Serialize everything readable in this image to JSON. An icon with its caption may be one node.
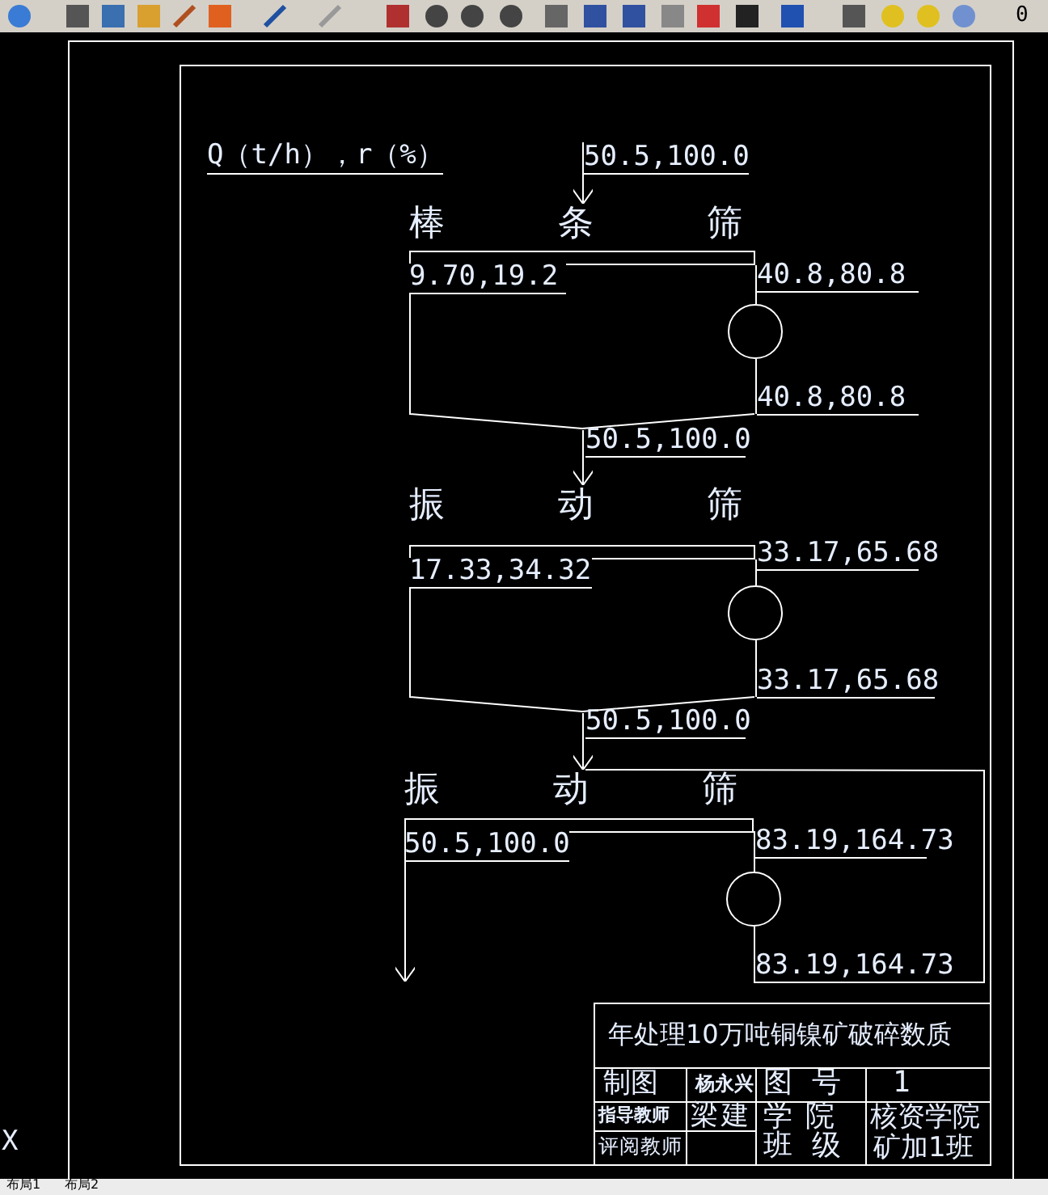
{
  "diagram": {
    "title": "年处理10万吨铜镍矿破碎数质",
    "nodes": [
      {
        "text": [
          "棒条筛",
          "9.70,19.2"
        ]
      },
      {
        "text": [],
        "shape": "circle"
      },
      {
        "text": [
          "振动筛",
          "17.33,34.32"
        ]
      },
      {
        "text": [],
        "shape": "circle"
      },
      {
        "text": [
          "振动筛",
          "50.5,100.0"
        ]
      },
      {
        "text": [],
        "shape": "circle"
      }
    ],
    "edges": [
      {
        "from": null,
        "to": 0,
        "arrow": "to",
        "label": "50.5,100.0"
      },
      {
        "from": 0,
        "to": 1,
        "arrow": "none",
        "label": "40.8,80.8"
      },
      {
        "from": 1,
        "to": 0,
        "arrow": "none",
        "label": "40.8,80.8"
      },
      {
        "from": 0,
        "to": 2,
        "arrow": "to",
        "label": "50.5,100.0"
      },
      {
        "from": 2,
        "to": 3,
        "arrow": "none",
        "label": "33.17,65.68"
      },
      {
        "from": 3,
        "to": 2,
        "arrow": "none",
        "label": "33.17,65.68"
      },
      {
        "from": 2,
        "to": 4,
        "arrow": "to",
        "label": "50.5,100.0"
      },
      {
        "from": 4,
        "to": 5,
        "arrow": "none",
        "label": "83.19,164.73"
      },
      {
        "from": 5,
        "to": 4,
        "arrow": "none",
        "label": "83.19,164.73"
      },
      {
        "from": 4,
        "to": null,
        "arrow": "to"
      }
    ],
    "labels": [
      "0",
      "Q（t/h），r（%）",
      "制图",
      "杨永兴",
      "图号",
      "1",
      "指导教师",
      "梁建",
      "学院",
      "核资学院",
      "X",
      "评阅教师",
      "班级",
      "矿加1班",
      "布局1",
      "布局2"
    ]
  }
}
